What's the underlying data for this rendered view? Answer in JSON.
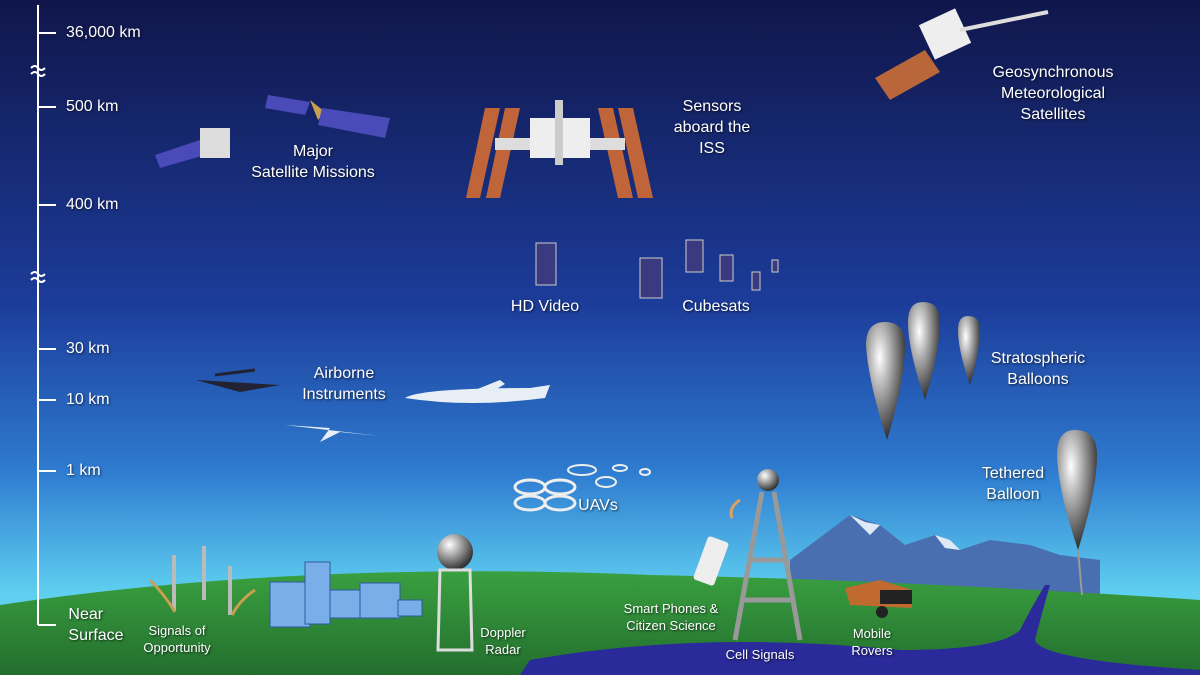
{
  "altitude_axis": {
    "ticks": [
      "36,000 km",
      "500 km",
      "400 km",
      "30 km",
      "10 km",
      "1 km"
    ],
    "bottom_label": [
      "Near",
      "Surface"
    ],
    "axis_breaks": 2
  },
  "labels": {
    "major_satellites": [
      "Major",
      "Satellite Missions"
    ],
    "iss": [
      "Sensors",
      "aboard the",
      "ISS"
    ],
    "geo": [
      "Geosynchronous",
      "Meteorological",
      "Satellites"
    ],
    "hd_video": "HD Video",
    "cubesats": "Cubesats",
    "airborne": [
      "Airborne",
      "Instruments"
    ],
    "strato": [
      "Stratospheric",
      "Balloons"
    ],
    "tethered": [
      "Tethered",
      "Balloon"
    ],
    "uavs": "UAVs",
    "signals": [
      "Signals of",
      "Opportunity"
    ],
    "doppler": [
      "Doppler",
      "Radar"
    ],
    "phones": [
      "Smart Phones &",
      "Citizen Science"
    ],
    "cell": "Cell Signals",
    "rovers": [
      "Mobile",
      "Rovers"
    ]
  },
  "colors": {
    "sky_top": "#10164a",
    "sky_mid": "#1c3c9a",
    "sky_bottom": "#5fd0f0",
    "ground": "#2f8f3c",
    "water": "#2a2a9a",
    "solar_panel": "#c0653a"
  }
}
